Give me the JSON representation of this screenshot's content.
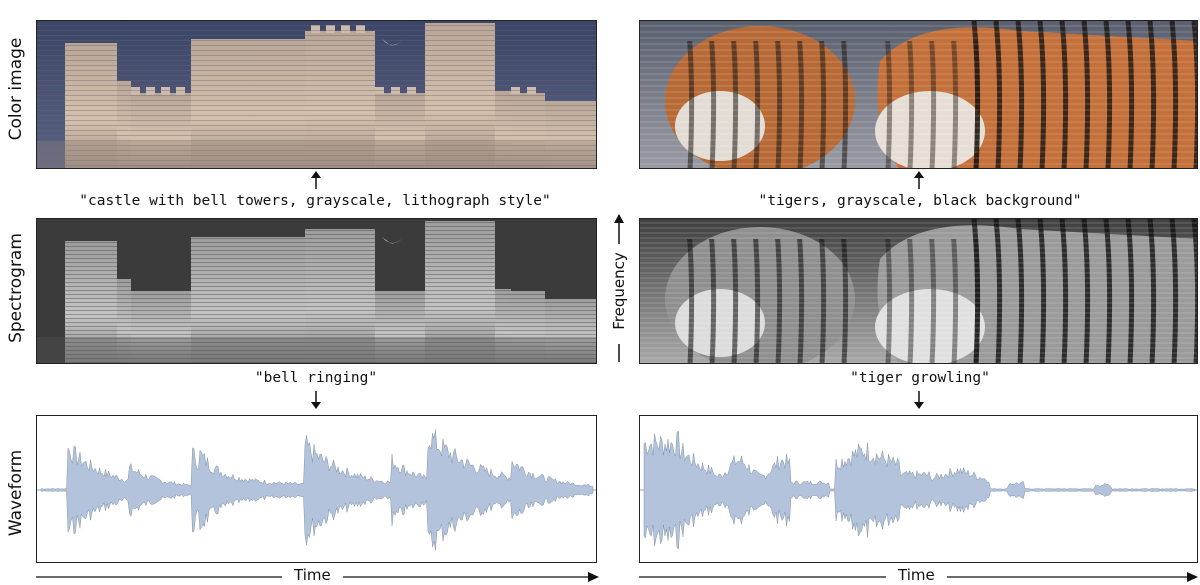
{
  "row_labels": {
    "color": "Color image",
    "spectrogram": "Spectrogram",
    "waveform": "Waveform"
  },
  "left": {
    "image_prompt": "\"castle with bell towers, grayscale, lithograph style\"",
    "audio_prompt": "\"bell ringing\"",
    "picture": "castle with bell towers"
  },
  "right": {
    "image_prompt": "\"tigers, grayscale, black background\"",
    "audio_prompt": "\"tiger growling\"",
    "picture": "two tigers"
  },
  "axes": {
    "frequency": "Frequency",
    "time": "Time"
  },
  "colors": {
    "waveform": "#b3c3dc",
    "waveform_line": "#6f8093"
  }
}
